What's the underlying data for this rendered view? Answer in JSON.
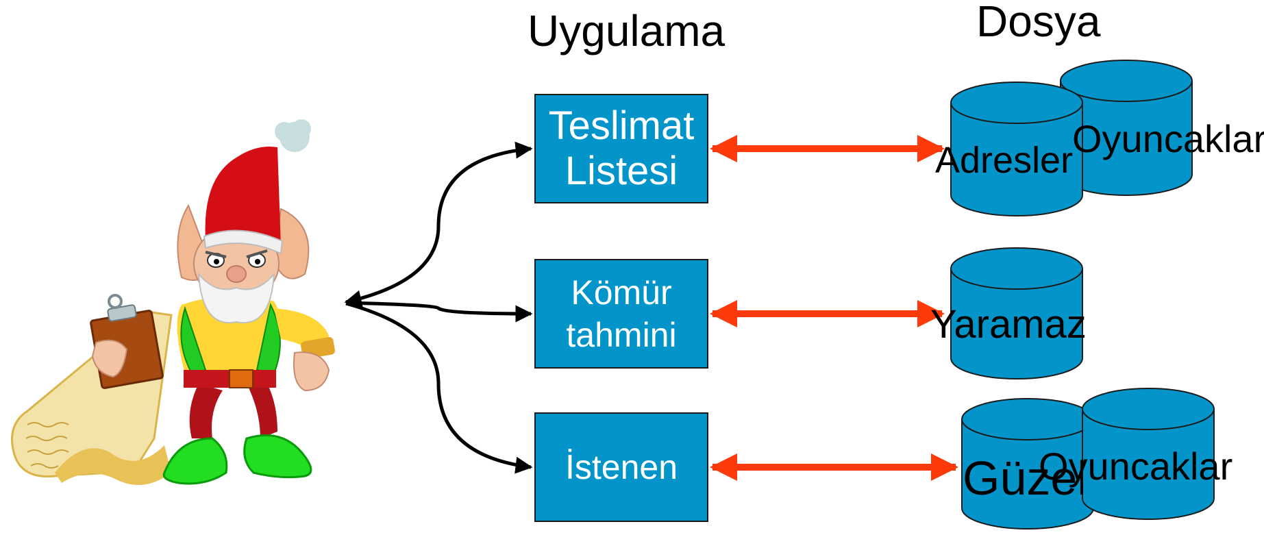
{
  "headings": {
    "application": "Uygulama",
    "file": "Dosya"
  },
  "apps": [
    {
      "label": "Teslimat\nListesi"
    },
    {
      "label": "Kömür\ntahmini"
    },
    {
      "label": "İstenen"
    }
  ],
  "files": {
    "row1_back": "Oyuncaklar",
    "row1_front": "Adresler",
    "row2": "Yaramaz",
    "row3_back": "Oyuncaklar",
    "row3_front": "Güzel"
  },
  "colors": {
    "box_fill": "#0395c9",
    "cylinder_fill": "#0395c9",
    "connector_black": "#000000",
    "connector_red": "#ff3a0a"
  },
  "figure": {
    "icon": "elf-with-clipboard-icon"
  }
}
